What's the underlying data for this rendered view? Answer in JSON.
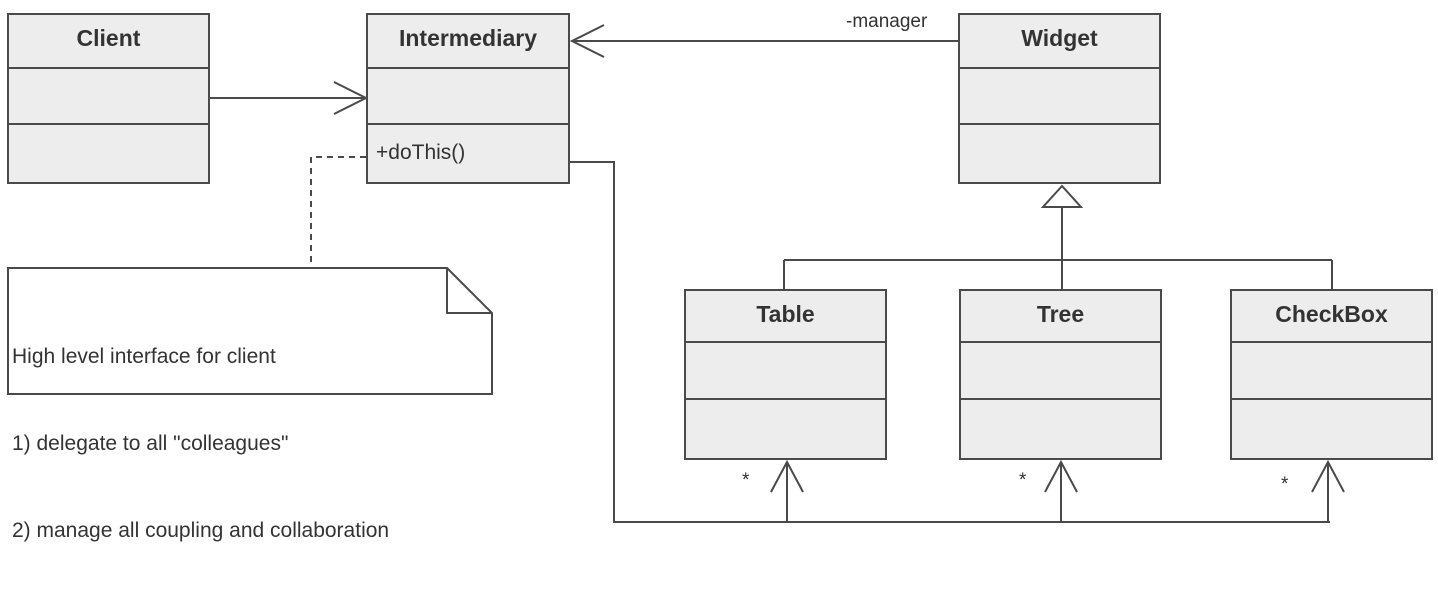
{
  "classes": {
    "client": {
      "name": "Client"
    },
    "intermediary": {
      "name": "Intermediary",
      "operation": "+doThis()"
    },
    "widget": {
      "name": "Widget"
    },
    "table": {
      "name": "Table"
    },
    "tree": {
      "name": "Tree"
    },
    "checkbox": {
      "name": "CheckBox"
    }
  },
  "associations": {
    "widget_to_intermediary_role": "-manager",
    "table_multiplicity": "*",
    "tree_multiplicity": "*",
    "checkbox_multiplicity": "*"
  },
  "note": {
    "lines": [
      "High level interface for client",
      "1) delegate to all \"colleagues\"",
      "2) manage all coupling and collaboration"
    ]
  }
}
